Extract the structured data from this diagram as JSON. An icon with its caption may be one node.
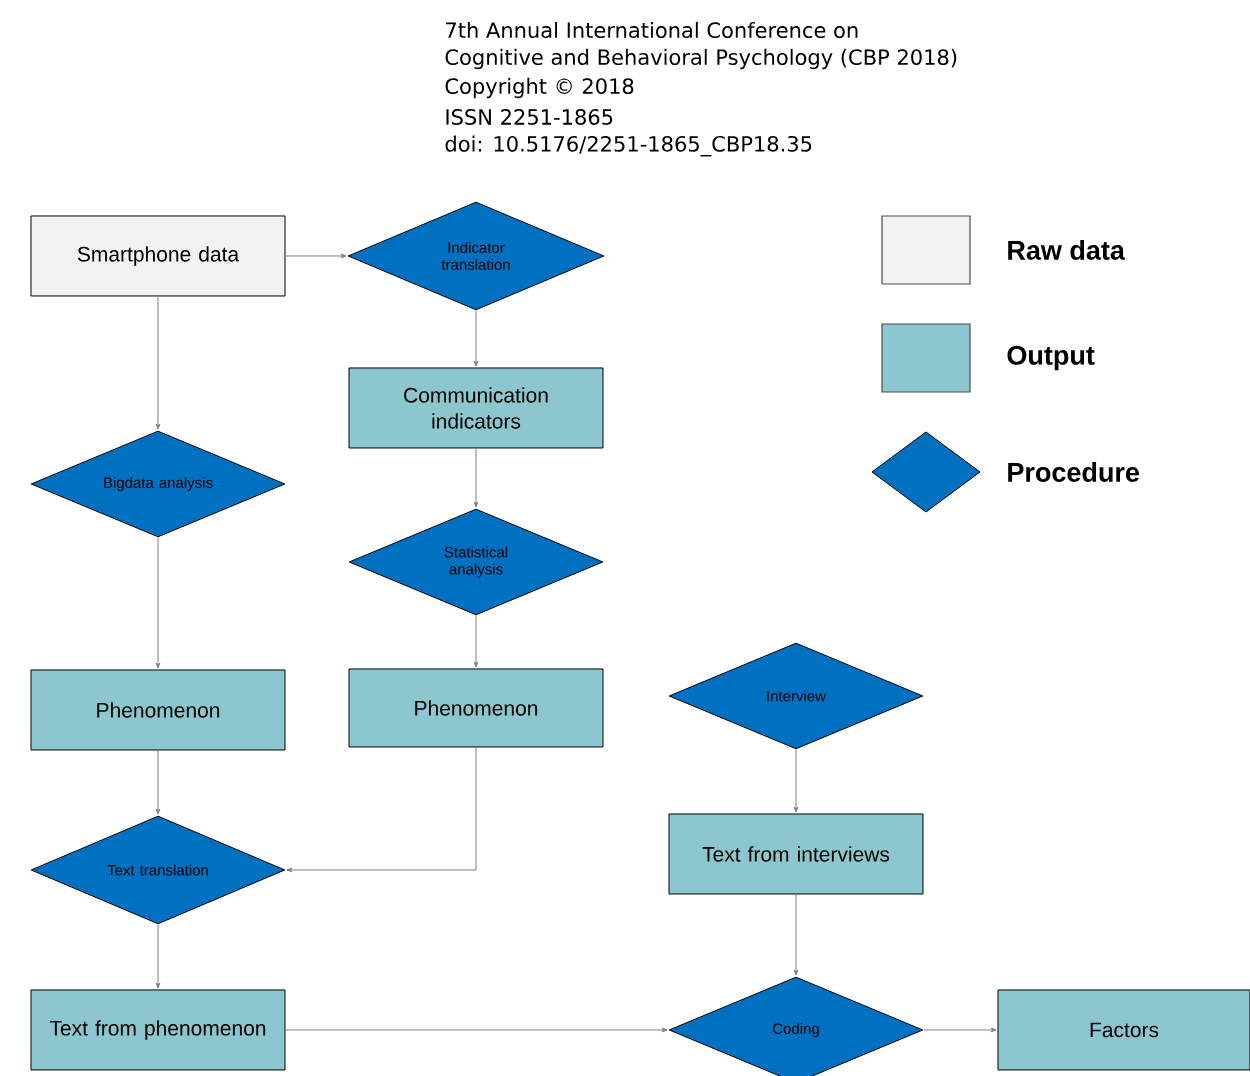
{
  "diagram": {
    "nodes": [
      {
        "text": [
          "Smartphone data"
        ]
      },
      {
        "text": [
          "Indicator translation"
        ]
      },
      {
        "text": [
          "Communication indicators"
        ]
      },
      {
        "text": [
          "Bigdata analysis"
        ]
      },
      {
        "text": [
          "Statistical analysis"
        ]
      },
      {
        "text": [
          "Phenomenon"
        ]
      },
      {
        "text": [
          "Phenomenon"
        ]
      },
      {
        "text": [
          "Interview"
        ]
      },
      {
        "text": [
          "Text translation"
        ]
      },
      {
        "text": [
          "Text from interviews"
        ]
      },
      {
        "text": [
          "Text from phenomenon"
        ]
      },
      {
        "text": [
          "Coding"
        ]
      },
      {
        "text": [
          "Factors"
        ]
      }
    ],
    "edges": [
      {
        "from": 0,
        "to": 1,
        "arrow": "to"
      },
      {
        "from": 1,
        "to": 2,
        "arrow": "to"
      },
      {
        "from": 0,
        "to": 3,
        "arrow": "to"
      },
      {
        "from": 2,
        "to": 4,
        "arrow": "to"
      },
      {
        "from": 3,
        "to": 5,
        "arrow": "to"
      },
      {
        "from": 4,
        "to": 6,
        "arrow": "to"
      },
      {
        "from": 5,
        "to": 8,
        "arrow": "to"
      },
      {
        "from": 6,
        "to": 8,
        "arrow": "to"
      },
      {
        "from": 8,
        "to": 10,
        "arrow": "to"
      },
      {
        "from": 7,
        "to": 9,
        "arrow": "to"
      },
      {
        "from": 9,
        "to": 11,
        "arrow": "to"
      },
      {
        "from": 10,
        "to": 11,
        "arrow": "to"
      },
      {
        "from": 11,
        "to": 12,
        "arrow": "to"
      }
    ],
    "labels": [
      "7th Annual International Conference on",
      "Cognitive and Behavioral Psychology (CBP 2018)",
      "Copyright © 2018",
      "ISSN 2251-1865",
      "doi: 10.5176/2251-1865_CBP18.35"
    ],
    "legend": [
      {
        "text": "Raw data",
        "color": "#f2f2f2"
      },
      {
        "text": "Output",
        "color": "#8cc7cf"
      },
      {
        "text": "Procedure",
        "color": "#0070c0"
      }
    ]
  }
}
